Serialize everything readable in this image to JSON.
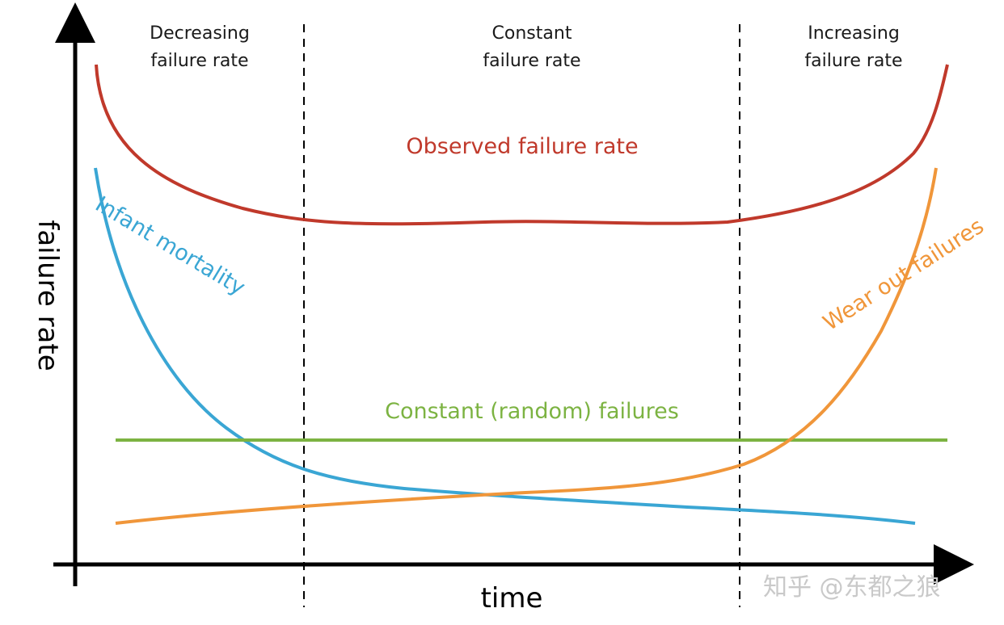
{
  "regions": [
    {
      "line1": "Decreasing",
      "line2": "failure rate"
    },
    {
      "line1": "Constant",
      "line2": "failure rate"
    },
    {
      "line1": "Increasing",
      "line2": "failure rate"
    }
  ],
  "axes": {
    "y_label": "failure rate",
    "x_label": "time"
  },
  "curves": {
    "observed": {
      "label": "Observed failure rate",
      "color": "#c0392b"
    },
    "infant": {
      "label": "Infant mortality",
      "color": "#3aa6d4"
    },
    "constant": {
      "label": "Constant (random) failures",
      "color": "#7cb342"
    },
    "wearout": {
      "label": "Wear out failures",
      "color": "#f0963a"
    }
  },
  "watermark": "知乎 @东都之狼"
}
